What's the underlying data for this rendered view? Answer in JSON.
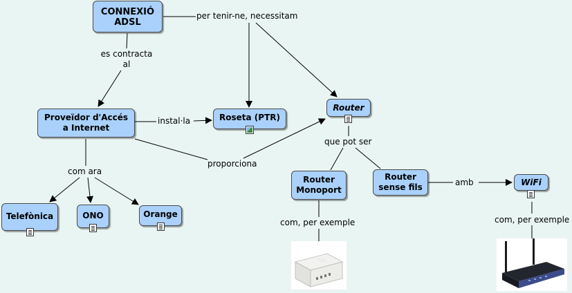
{
  "nodes": {
    "adsl": "CONNEXIÓ\nADSL",
    "provider": "Proveïdor d'Accés\na Internet",
    "roseta": "Roseta (PTR)",
    "router": "Router",
    "router_monoport": "Router\nMonoport",
    "router_wifi": "Router\nsense fils",
    "wifi": "WiFi",
    "telefonica": "Telefònica",
    "ono": "ONO",
    "orange": "Orange"
  },
  "links": {
    "es_contracta": "es contracta\nal",
    "per_tenir": "per tenir-ne, necessitam",
    "installa": "instal·la",
    "proporciona": "proporciona",
    "com_ara": "com ara",
    "que_pot_ser": "que pot ser",
    "amb": "amb",
    "com_exemple_1": "com, per exemple",
    "com_exemple_2": "com, per exemple"
  },
  "colors": {
    "node_fill": "#a9d1fb",
    "background": "#e9f5f2",
    "border": "#4a4a4a"
  },
  "icons": {
    "doc": "document-icon",
    "image": "image-icon"
  }
}
